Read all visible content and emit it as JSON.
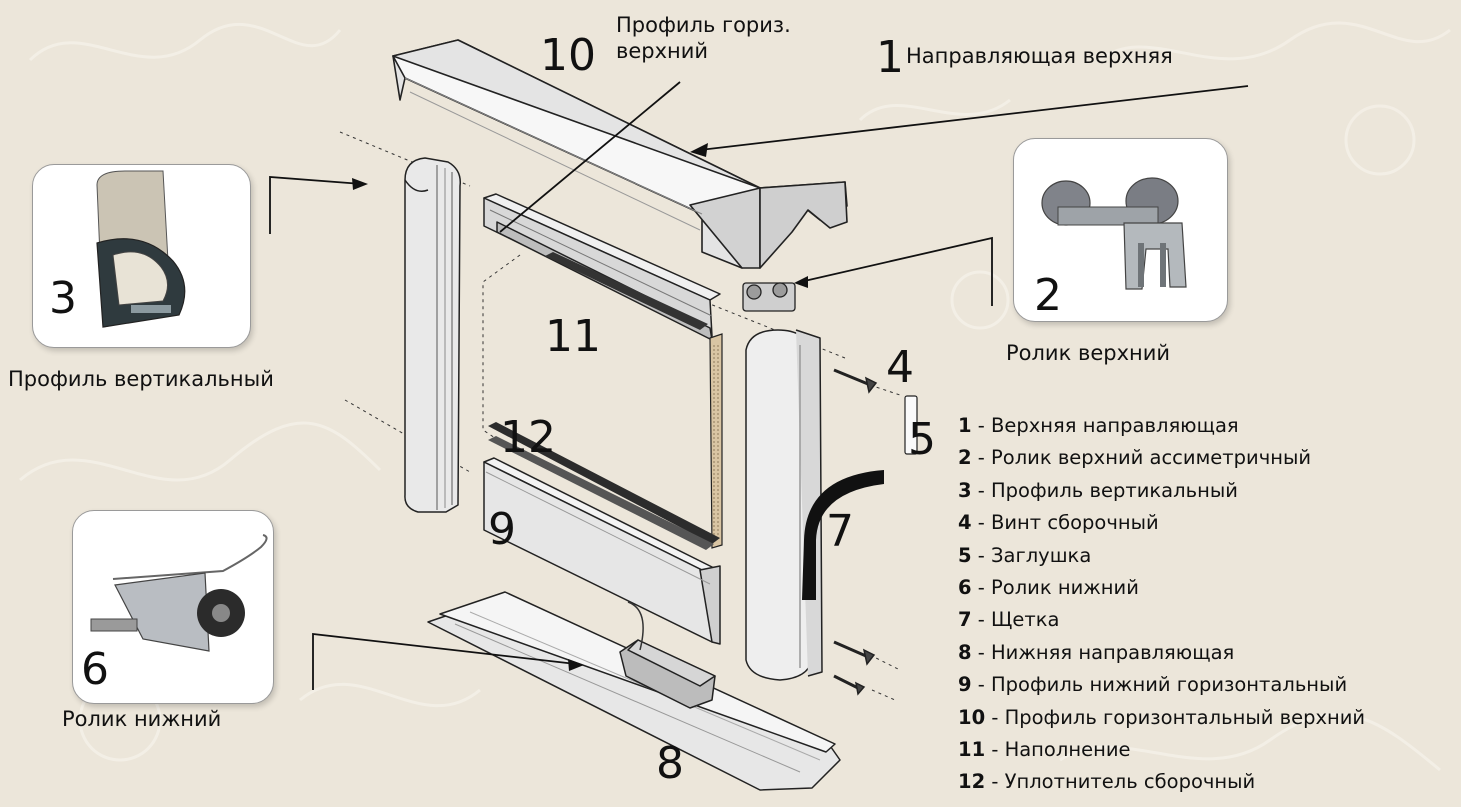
{
  "callouts": {
    "top_profile_label": "Профиль гориз. верхний",
    "top_profile_line1": "Профиль гориз.",
    "top_profile_line2": "верхний",
    "top_guide_label": "Направляющая верхняя",
    "roller_top_label": "Ролик верхний",
    "vertical_profile_label": "Профиль вертикальный",
    "roller_bottom_label": "Ролик нижний"
  },
  "part_numbers": {
    "n1": "1",
    "n2": "2",
    "n3": "3",
    "n4": "4",
    "n5": "5",
    "n6": "6",
    "n7": "7",
    "n8": "8",
    "n9": "9",
    "n10": "10",
    "n11": "11",
    "n12": "12"
  },
  "legend": [
    {
      "num": "1",
      "text": " - Верхняя направляющая"
    },
    {
      "num": "2",
      "text": " - Ролик верхний ассиметричный"
    },
    {
      "num": "3",
      "text": " - Профиль вертикальный"
    },
    {
      "num": "4",
      "text": " - Винт сборочный"
    },
    {
      "num": "5",
      "text": " - Заглушка"
    },
    {
      "num": "6",
      "text": " - Ролик нижний"
    },
    {
      "num": "7",
      "text": " - Щетка"
    },
    {
      "num": "8",
      "text": " - Нижняя направляющая"
    },
    {
      "num": "9",
      "text": " - Профиль нижний горизонтальный"
    },
    {
      "num": "10",
      "text": " - Профиль горизонтальный верхний"
    },
    {
      "num": "11",
      "text": " - Наполнение"
    },
    {
      "num": "12",
      "text": " - Уплотнитель сборочный"
    }
  ],
  "colors": {
    "background": "#ece6da",
    "metal": "#e3e3e3",
    "brush": "#111111",
    "wheel": "#7d8086"
  }
}
